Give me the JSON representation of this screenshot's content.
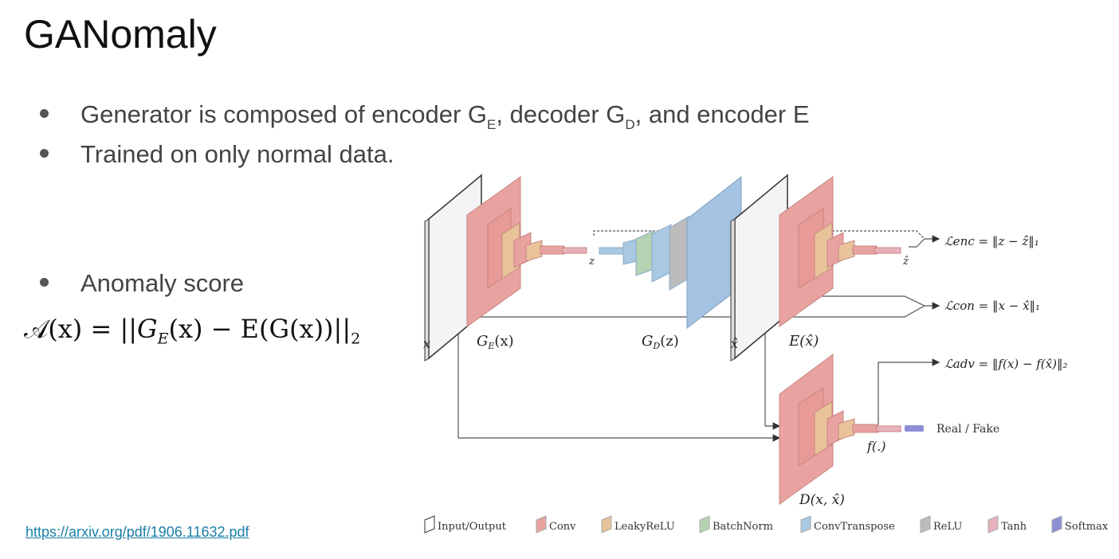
{
  "title": "GANomaly",
  "bullets": {
    "b1_pre": "Generator is composed of encoder G",
    "b1_sub1": "E",
    "b1_mid": ", decoder G",
    "b1_sub2": "D",
    "b1_post": ", and encoder E",
    "b2": "Trained on only normal data.",
    "b3": "Anomaly score"
  },
  "formula": {
    "lhs": "𝒜(x) = ||",
    "g": "G",
    "sub_e": "E",
    "rest": "(x) − E(G(x))||",
    "sub_2": "2"
  },
  "diagram": {
    "labels": {
      "x": "x",
      "ge": "G",
      "ge_sub": "E",
      "ge_arg": "(x)",
      "z": "z",
      "gd": "G",
      "gd_sub": "D",
      "gd_arg": "(z)",
      "xhat": "x̂",
      "e": "E(x̂)",
      "zhat": "ẑ",
      "d": "D(x, x̂)",
      "f": "f(.)",
      "realfake": "Real / Fake"
    },
    "losses": {
      "enc": "ℒenc = ‖z − ẑ‖₁",
      "con": "ℒcon = ‖x − x̂‖₁",
      "adv": "ℒadv = ‖f(x) − f(x̂)‖₂"
    },
    "legend": [
      {
        "label": "Input/Output",
        "color": "#ffffff"
      },
      {
        "label": "Conv",
        "color": "#e8a3a0"
      },
      {
        "label": "LeakyReLU",
        "color": "#e8c39a"
      },
      {
        "label": "BatchNorm",
        "color": "#b5d3b2"
      },
      {
        "label": "ConvTranspose",
        "color": "#a9c8e2"
      },
      {
        "label": "ReLU",
        "color": "#bcbcbc"
      },
      {
        "label": "Tanh",
        "color": "#e7b2bd"
      },
      {
        "label": "Softmax",
        "color": "#8c8fd6"
      }
    ]
  },
  "link": "https://arxiv.org/pdf/1906.11632.pdf"
}
